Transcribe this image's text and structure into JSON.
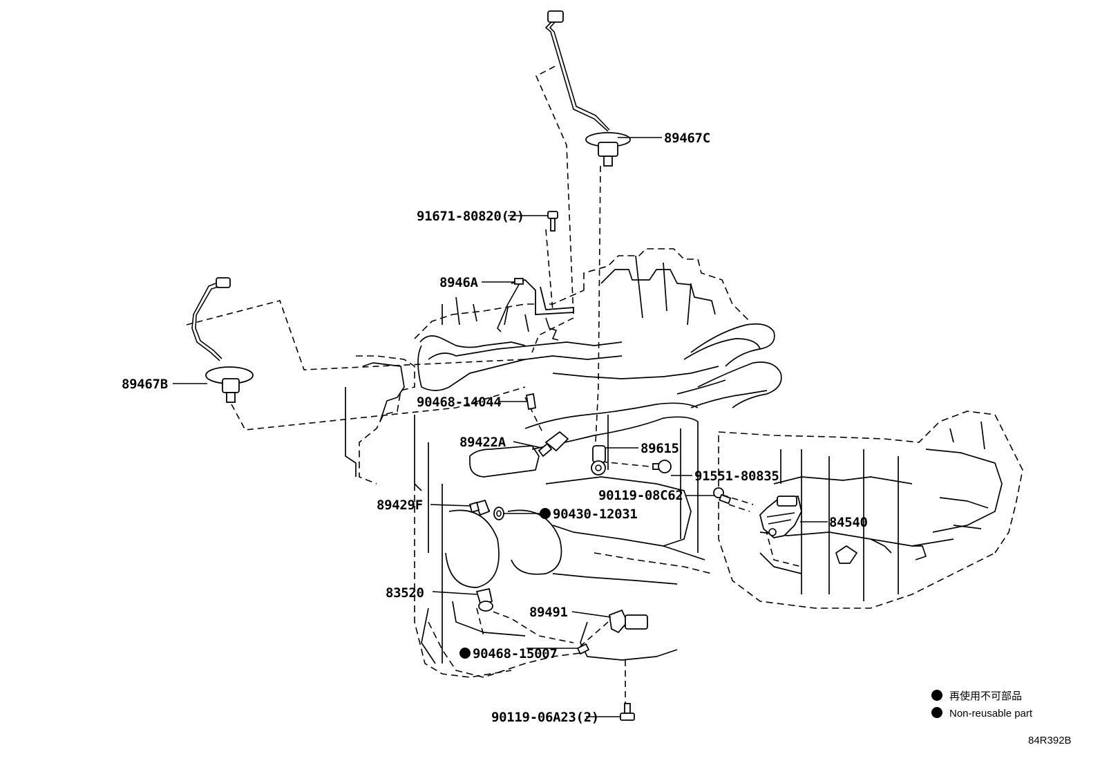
{
  "parts": {
    "p89467C": "89467C",
    "p91671": "91671-80820(2)",
    "p8946A": "8946A",
    "p89467B": "89467B",
    "p90468_14044": "90468-14044",
    "p89422A": "89422A",
    "p89615": "89615",
    "p91551": "91551-80835",
    "p90119_08C62": "90119-08C62",
    "p89429F": "89429F",
    "p90430": "90430-12031",
    "p84540": "84540",
    "p83520": "83520",
    "p89491": "89491",
    "p90468_15007": "90468-15007",
    "p90119_06A23": "90119-06A23(2)"
  },
  "legend": {
    "jp": "再使用不可部品",
    "en": "Non-reusable part"
  },
  "diagram_code": "84R392B"
}
